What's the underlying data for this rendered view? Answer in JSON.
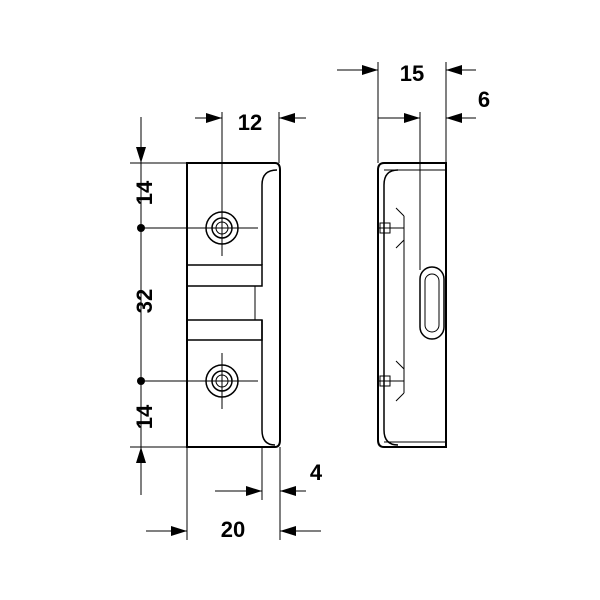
{
  "dimensions": {
    "front_width": "20",
    "front_hole_offset": "12",
    "front_lip": "4",
    "top_margin": "14",
    "hole_spacing": "32",
    "bottom_margin": "14",
    "side_depth": "15",
    "side_offset": "6"
  }
}
